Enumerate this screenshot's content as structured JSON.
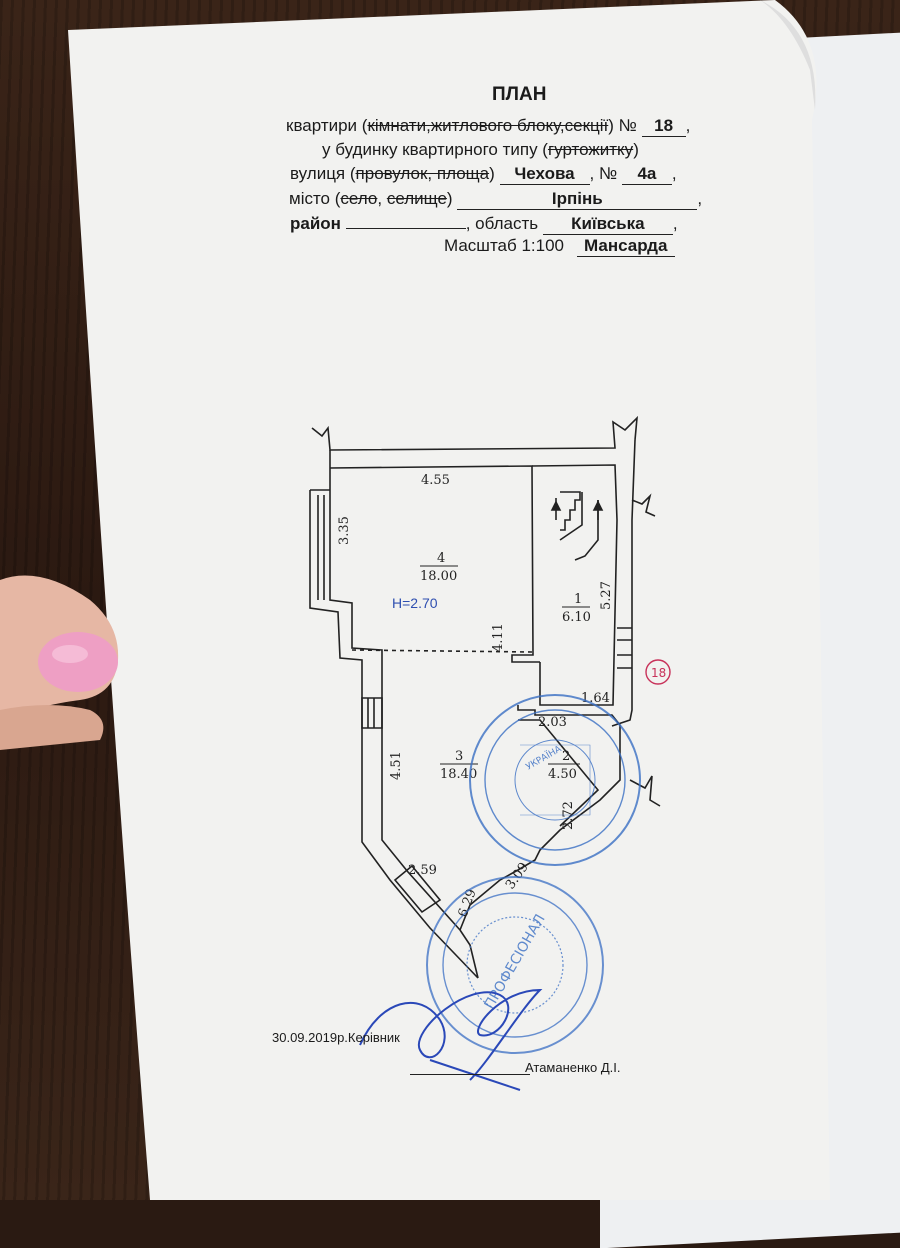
{
  "header": {
    "title": "ПЛАН",
    "line1": {
      "prefix": "квартири (",
      "struck": "кімнати,житлового блоку,секції",
      "suffix": ") №",
      "number": "18",
      "comma": ","
    },
    "line2": {
      "prefix": "у будинку квартирного типу  (",
      "struck": "гуртожитку",
      "suffix": ")"
    },
    "line3": {
      "prefix": "вулиця (",
      "struck": "провулок, площа",
      "suffix": ")",
      "street": "Чехова",
      "no_label": ", №",
      "house": "4а",
      "comma": ","
    },
    "line4": {
      "prefix": "місто (",
      "struck1": "село",
      "sep": ",",
      "struck2": "селище",
      "suffix": ")",
      "city": "Ірпінь",
      "comma": ","
    },
    "line5": {
      "label": "район",
      "blank_comma": ",",
      "region_label": "область",
      "region": "Київська",
      "comma": ","
    },
    "line6": {
      "scale_label": "Масштаб  1:100",
      "floor": "Мансарда"
    }
  },
  "plan": {
    "dims": [
      "4.55",
      "3.35",
      "4.11",
      "5.27",
      "1.64",
      "2.03",
      "2.72",
      "4.51",
      "2.59",
      "6.29",
      "3.09"
    ],
    "rooms": [
      {
        "num": "4",
        "area": "18.00"
      },
      {
        "num": "1",
        "area": "6.10"
      },
      {
        "num": "3",
        "area": "18.40"
      },
      {
        "num": "2",
        "area": "4.50"
      }
    ],
    "height": "Н=2.70",
    "apt_mark": "18"
  },
  "footer": {
    "date_role": "30.09.2019р.Керівник",
    "name": "Атаманенко Д.І."
  },
  "stamp": {
    "top_text": "ПРОФЕСІОНАЛ",
    "center": "УКРАЇНА"
  },
  "colors": {
    "ink": "#1b1b1b",
    "stamp": "#3a6fc4",
    "mark": "#c8325a",
    "paper": "#f2f2f0"
  }
}
